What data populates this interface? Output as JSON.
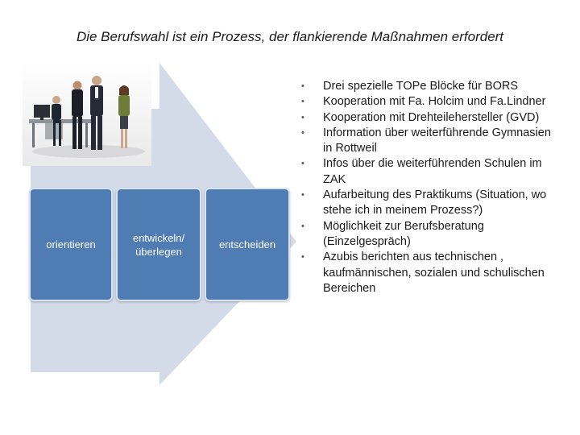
{
  "title": "Die Berufswahl ist ein Prozess, der flankierende Maßnahmen erfordert",
  "process_steps": [
    {
      "label": "orientieren"
    },
    {
      "label": "entwickeln/ überlegen"
    },
    {
      "label": "entscheiden"
    }
  ],
  "bullets": [
    "Drei  spezielle TOPe  Blöcke für BORS",
    "Kooperation mit  Fa. Holcim und Fa.Lindner",
    "Kooperation mit Drehteilehersteller (GVD)",
    "Information über weiterführende Gymnasien in Rottweil",
    "Infos über die weiterführenden Schulen im ZAK",
    "Aufarbeitung des Praktikums (Situation, wo stehe ich in meinem Prozess?)",
    "Möglichkeit zur Berufsberatung (Einzelgespräch)",
    "Azubis berichten aus technischen , kaufmännischen, sozialen und schulischen Bereichen"
  ],
  "colors": {
    "arrow": "#d3dae8",
    "box": "#4f7cb3",
    "box_border": "#d8e3ef"
  }
}
